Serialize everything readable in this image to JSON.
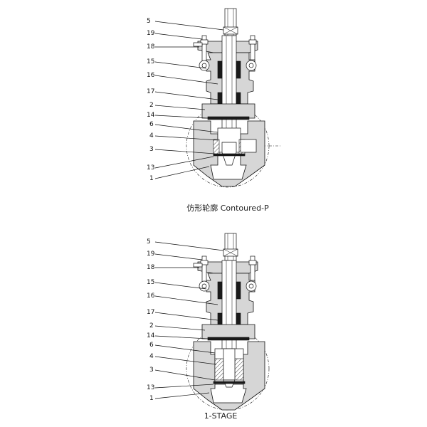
{
  "top": {
    "caption": "仿形轮廓 Contoured-P",
    "labels": [
      {
        "text": "5"
      },
      {
        "text": "19"
      },
      {
        "text": "18"
      },
      {
        "text": "15"
      },
      {
        "text": "16"
      },
      {
        "text": "17"
      },
      {
        "text": "2"
      },
      {
        "text": "14"
      },
      {
        "text": "6"
      },
      {
        "text": "4"
      },
      {
        "text": "3"
      },
      {
        "text": "13"
      },
      {
        "text": "1"
      }
    ]
  },
  "bottom": {
    "caption": "1-STAGE",
    "labels": [
      {
        "text": "5"
      },
      {
        "text": "19"
      },
      {
        "text": "18"
      },
      {
        "text": "15"
      },
      {
        "text": "16"
      },
      {
        "text": "17"
      },
      {
        "text": "2"
      },
      {
        "text": "14"
      },
      {
        "text": "6"
      },
      {
        "text": "4"
      },
      {
        "text": "3"
      },
      {
        "text": "13"
      },
      {
        "text": "1"
      }
    ]
  }
}
